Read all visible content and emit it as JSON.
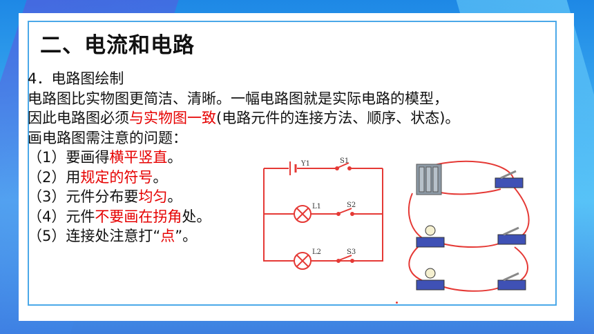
{
  "slide": {
    "title": "二、电流和电路",
    "section_heading": "4．电路图绘制",
    "para1": "电路图比实物图更简洁、清晰。一幅电路图就是实际电路的模型，",
    "para2_before": "因此电路图必须",
    "para2_red": "与实物图一致",
    "para2_after": "(电路元件的连接方法、顺序、状态)。",
    "para3": "画电路图需注意的问题：",
    "items": [
      {
        "prefix": "（1）要画得",
        "red": "横平竖直",
        "suffix": "。"
      },
      {
        "prefix": "（2）用",
        "red": "规定的符号",
        "suffix": "。"
      },
      {
        "prefix": "（3）元件分布要",
        "red": "均匀",
        "suffix": "。"
      },
      {
        "prefix": "（4）元件",
        "red": "不要画在拐角",
        "suffix": "处。"
      },
      {
        "prefix": "（5）连接处注意打“",
        "red": "点",
        "suffix": "”。"
      }
    ]
  },
  "diagram": {
    "labels": {
      "battery": "Y1",
      "switch1": "S1",
      "lamp1": "L1",
      "switch2": "S2",
      "lamp2": "L2",
      "switch3": "S3"
    }
  },
  "colors": {
    "accent_red": "#e60000",
    "frame_blue": "#4aa8e8",
    "wire_red": "#e53935"
  }
}
